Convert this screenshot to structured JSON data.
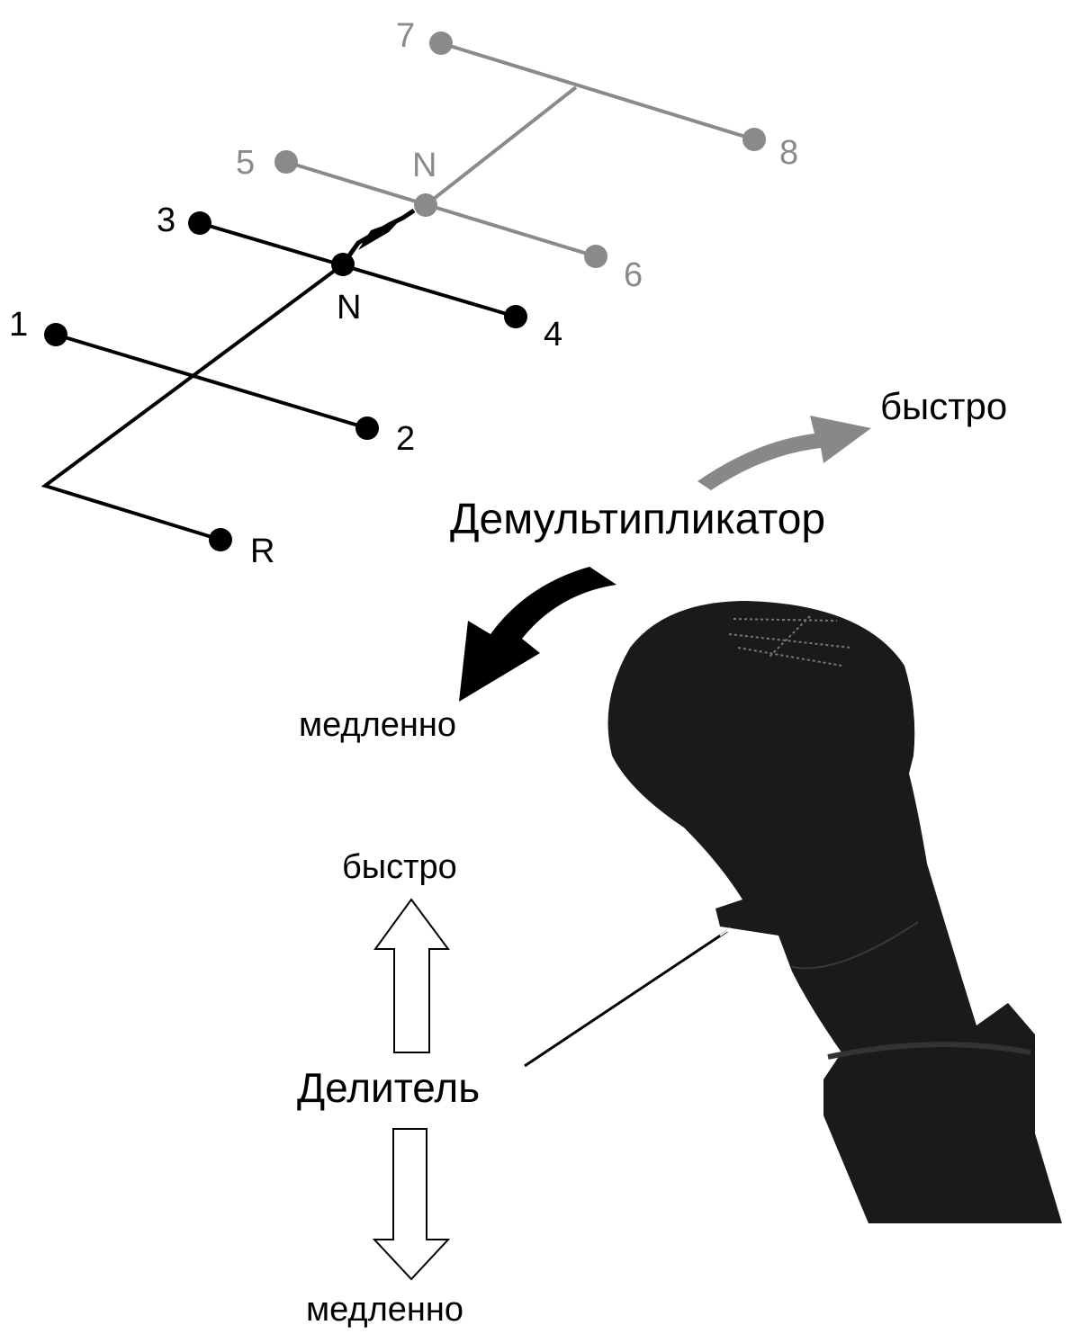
{
  "shift_pattern": {
    "low_range": {
      "color": "#000000",
      "gears": [
        "1",
        "2",
        "3",
        "4",
        "R"
      ],
      "neutral": "N"
    },
    "high_range": {
      "color": "#8a8a8a",
      "gears": [
        "5",
        "6",
        "7",
        "8"
      ],
      "neutral": "N"
    }
  },
  "range_selector": {
    "label": "Демультипликатор",
    "fast_label": "быстро",
    "slow_label": "медленно",
    "fast_arrow_color": "#888888",
    "slow_arrow_color": "#000000"
  },
  "splitter": {
    "label": "Делитель",
    "fast_label": "быстро",
    "slow_label": "медленно"
  }
}
